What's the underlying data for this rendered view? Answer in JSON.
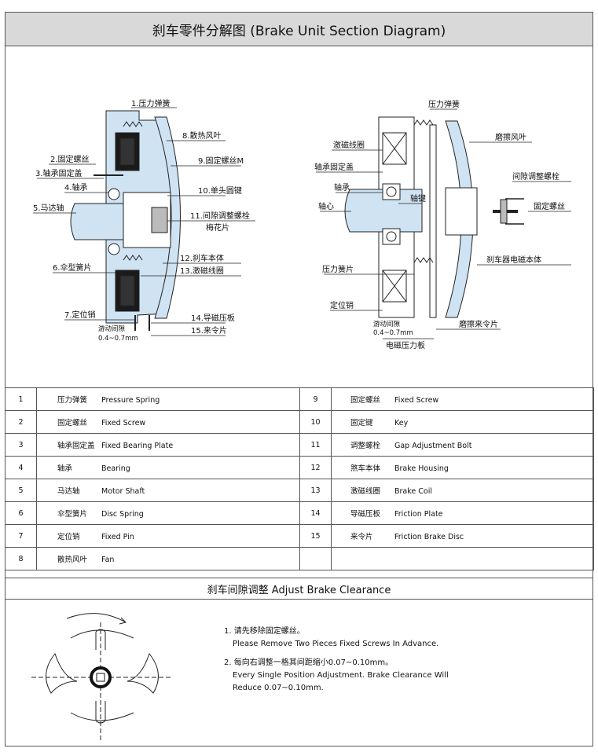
{
  "title": "刹车零件分解图 (Brake Unit Section Diagram)",
  "diagram_left": {
    "labels": [
      "1.压力弹簧",
      "2.固定螺丝",
      "3.轴承固定盖",
      "4.轴承",
      "5.马达轴",
      "6.伞型簧片",
      "7.定位销",
      "8.散热风叶",
      "9.固定螺丝M",
      "10.单头圆键",
      "11.间隙调整螺栓",
      "梅花片",
      "12.刹车本体",
      "13.激磁线圈",
      "14.导磁压板",
      "15.来令片",
      "游动间隙",
      "0.4~0.7mm"
    ]
  },
  "diagram_right": {
    "labels": [
      "压力弹簧",
      "激磁线圈",
      "轴承固定盖",
      "轴承",
      "轴心",
      "轴键",
      "磨擦风叶",
      "间隙调整螺栓",
      "固定螺丝",
      "刹车器电磁本体",
      "压力簧片",
      "定位销",
      "游动间隙",
      "0.4~0.7mm",
      "电磁压力板",
      "磨擦来令片"
    ]
  },
  "parts": [
    {
      "no": "1",
      "cn": "压力弹簧",
      "en": "Pressure Spring",
      "no2": "9",
      "cn2": "固定螺丝",
      "en2": "Fixed Screw"
    },
    {
      "no": "2",
      "cn": "固定螺丝",
      "en": "Fixed Screw",
      "no2": "10",
      "cn2": "固定键",
      "en2": "Key"
    },
    {
      "no": "3",
      "cn": "轴承固定盖",
      "en": "Fixed Bearing Plate",
      "no2": "11",
      "cn2": "调整螺栓",
      "en2": "Gap Adjustment Bolt"
    },
    {
      "no": "4",
      "cn": "轴承",
      "en": "Bearing",
      "no2": "12",
      "cn2": "煞车本体",
      "en2": "Brake Housing"
    },
    {
      "no": "5",
      "cn": "马达轴",
      "en": "Motor Shaft",
      "no2": "13",
      "cn2": "激磁线圈",
      "en2": "Brake Coil"
    },
    {
      "no": "6",
      "cn": "伞型簧片",
      "en": "Disc Spring",
      "no2": "14",
      "cn2": "导磁压板",
      "en2": "Friction Plate"
    },
    {
      "no": "7",
      "cn": "定位销",
      "en": "Fixed Pin",
      "no2": "15",
      "cn2": "来令片",
      "en2": "Friction Brake Disc"
    },
    {
      "no": "8",
      "cn": "散热风叶",
      "en": "Fan",
      "no2": "",
      "cn2": "",
      "en2": ""
    }
  ],
  "adjust_title": "刹车间隙调整   Adjust Brake Clearance",
  "steps": [
    {
      "cn": "1. 请先移除固定螺丝。",
      "en": "Please Remove Two Pieces Fixed Screws In Advance."
    },
    {
      "cn": "2. 每向右调整一格其间距缩小0.07~0.10mm。",
      "en": "Every Single Position Adjustment. Brake Clearance Will",
      "en2": "Reduce 0.07~0.10mm."
    }
  ]
}
